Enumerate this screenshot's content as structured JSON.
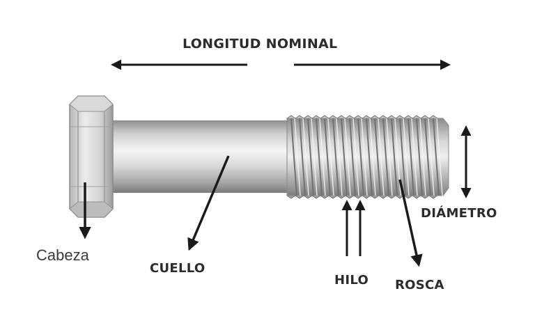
{
  "labels": {
    "length": "LONGITUD NOMINAL",
    "head": "Cabeza",
    "neck": "CUELLO",
    "thread_pitch": "HILO",
    "threaded": "ROSCA",
    "diameter": "DIÁMETRO"
  },
  "colors": {
    "metal_light": "#e6e6e6",
    "metal_dark": "#9a9a9a",
    "arrow": "#1a1a1a",
    "text": "#2b2b2b"
  }
}
